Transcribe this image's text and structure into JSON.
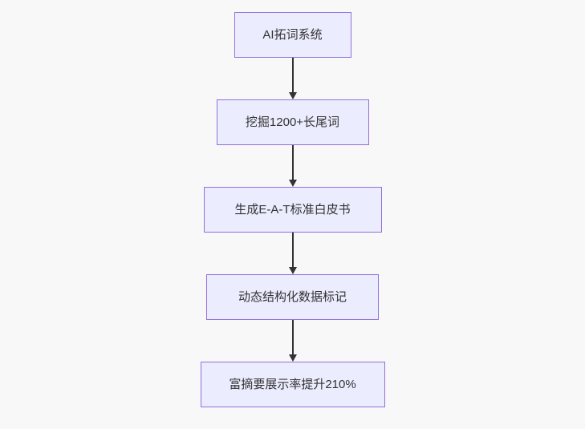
{
  "diagram": {
    "type": "flowchart",
    "direction": "top-down",
    "background_color": "#f8f8f8",
    "node_fill_color": "#ECECFF",
    "node_border_color": "#9370DB",
    "arrow_color": "#333333",
    "text_color": "#333333",
    "nodes": [
      {
        "id": "n1",
        "label": "AI拓词系统"
      },
      {
        "id": "n2",
        "label": "挖掘1200+长尾词"
      },
      {
        "id": "n3",
        "label": "生成E-A-T标准白皮书"
      },
      {
        "id": "n4",
        "label": "动态结构化数据标记"
      },
      {
        "id": "n5",
        "label": "富摘要展示率提升210%"
      }
    ],
    "edges": [
      {
        "from": "n1",
        "to": "n2"
      },
      {
        "from": "n2",
        "to": "n3"
      },
      {
        "from": "n3",
        "to": "n4"
      },
      {
        "from": "n4",
        "to": "n5"
      }
    ]
  }
}
